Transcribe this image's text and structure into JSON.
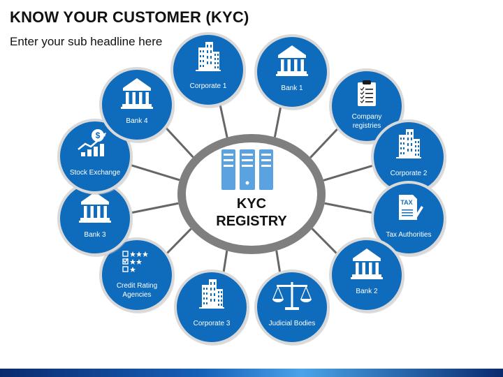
{
  "title": "KNOW YOUR CUSTOMER (KYC)",
  "subtitle": "Enter your sub headline here",
  "center": {
    "line1": "KYC",
    "line2": "REGISTRY",
    "icon": "server-rack-icon"
  },
  "colors": {
    "node_fill": "#0f6cbd",
    "node_stroke": "#d9d9d9",
    "ring": "#7f7f7f",
    "connector": "#666666",
    "server": "#5ba3e0"
  },
  "nodes": [
    {
      "id": "corporate-1",
      "lines": [
        "Corporate 1"
      ],
      "icon": "building-icon"
    },
    {
      "id": "bank-1",
      "lines": [
        "Bank 1"
      ],
      "icon": "bank-icon"
    },
    {
      "id": "company-registries",
      "lines": [
        "Company",
        "registries"
      ],
      "icon": "clipboard-icon"
    },
    {
      "id": "corporate-2",
      "lines": [
        "Corporate 2"
      ],
      "icon": "building-icon"
    },
    {
      "id": "tax-authorities",
      "lines": [
        "Tax Authorities"
      ],
      "icon": "tax-document-icon"
    },
    {
      "id": "bank-2",
      "lines": [
        "Bank 2"
      ],
      "icon": "bank-icon"
    },
    {
      "id": "judicial-bodies",
      "lines": [
        "Judicial Bodies"
      ],
      "icon": "scales-icon"
    },
    {
      "id": "corporate-3",
      "lines": [
        "Corporate 3"
      ],
      "icon": "building-icon"
    },
    {
      "id": "credit-rating-agencies",
      "lines": [
        "Credit Rating",
        "Agencies"
      ],
      "icon": "rating-checklist-icon"
    },
    {
      "id": "bank-3",
      "lines": [
        "Bank 3"
      ],
      "icon": "bank-icon"
    },
    {
      "id": "stock-exchange",
      "lines": [
        "Stock Exchange"
      ],
      "icon": "stock-chart-icon"
    },
    {
      "id": "bank-4",
      "lines": [
        "Bank 4"
      ],
      "icon": "bank-icon"
    }
  ]
}
